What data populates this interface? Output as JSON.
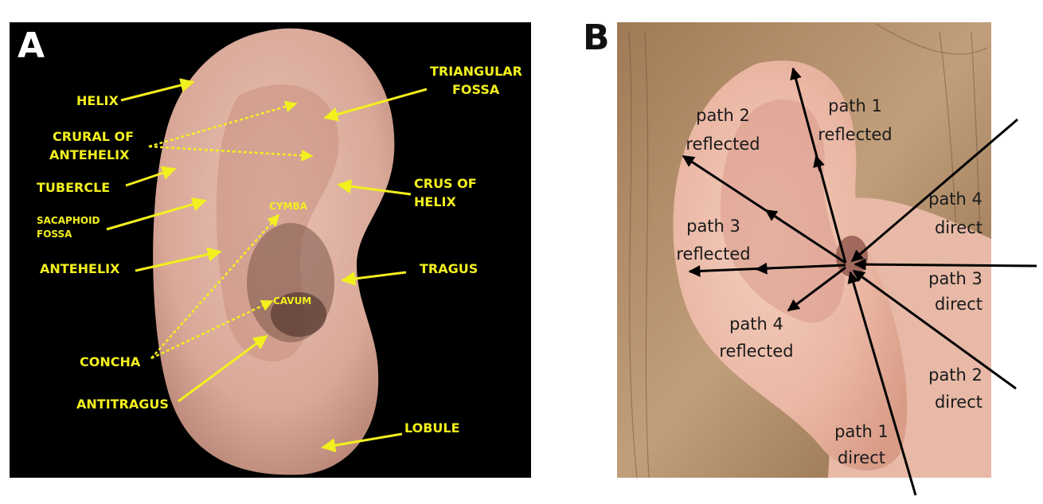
{
  "panel_a": {
    "letter": "A",
    "labels": {
      "helix": "HELIX",
      "triangular_1": "TRIANGULAR",
      "triangular_2": "FOSSA",
      "crural_1": "CRURAL OF",
      "crural_2": "ANTEHELIX",
      "tubercle": "TUBERCLE",
      "crus_1": "CRUS OF",
      "crus_2": "HELIX",
      "scaphoid_1": "SACAPHOID",
      "scaphoid_2": "FOSSA",
      "cymba": "CYMBA",
      "antehelix": "ANTEHELIX",
      "tragus": "TRAGUS",
      "cavum": "CAVUM",
      "concha": "CONCHA",
      "antitragus": "ANTITRAGUS",
      "lobule": "LOBULE"
    },
    "colors": {
      "background": "#000000",
      "label": "#f2f01e"
    }
  },
  "panel_b": {
    "letter": "B",
    "labels": {
      "p2r_1": "path 2",
      "p2r_2": "reflected",
      "p1r_1": "path 1",
      "p1r_2": "reflected",
      "p4d_1": "path 4",
      "p4d_2": "direct",
      "p3r_1": "path 3",
      "p3r_2": "reflected",
      "p3d_1": "path 3",
      "p3d_2": "direct",
      "p4r_1": "path 4",
      "p4r_2": "reflected",
      "p2d_1": "path 2",
      "p2d_2": "direct",
      "p1d_1": "path 1",
      "p1d_2": "direct"
    },
    "colors": {
      "label": "#1a1a1a",
      "arrow": "#000000"
    }
  }
}
